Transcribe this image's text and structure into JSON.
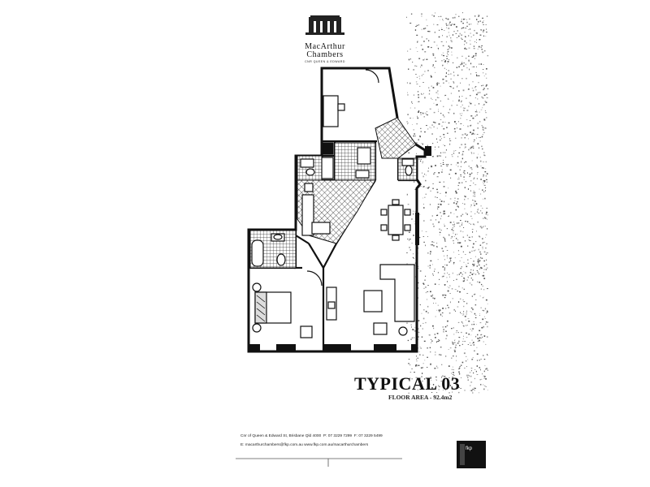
{
  "brand": {
    "name_line1": "MacArthur",
    "name_line2": "Chambers",
    "tagline": "CNR QUEEN & EDWARD"
  },
  "plan": {
    "title": "TYPICAL 03",
    "floor_area": "FLOOR AREA - 92.4m2"
  },
  "contact": {
    "address_line": "Cnr of Queen & Edward St, Brisbane Qld 4000",
    "phone": "P: 07 3229 7299",
    "fax": "F: 07 3229 5499",
    "email_web": "E: macarthurchambers@fkp.com.au  www.fkp.com.au/macarthurchambers"
  },
  "logos": {
    "fkp": "fkp"
  }
}
